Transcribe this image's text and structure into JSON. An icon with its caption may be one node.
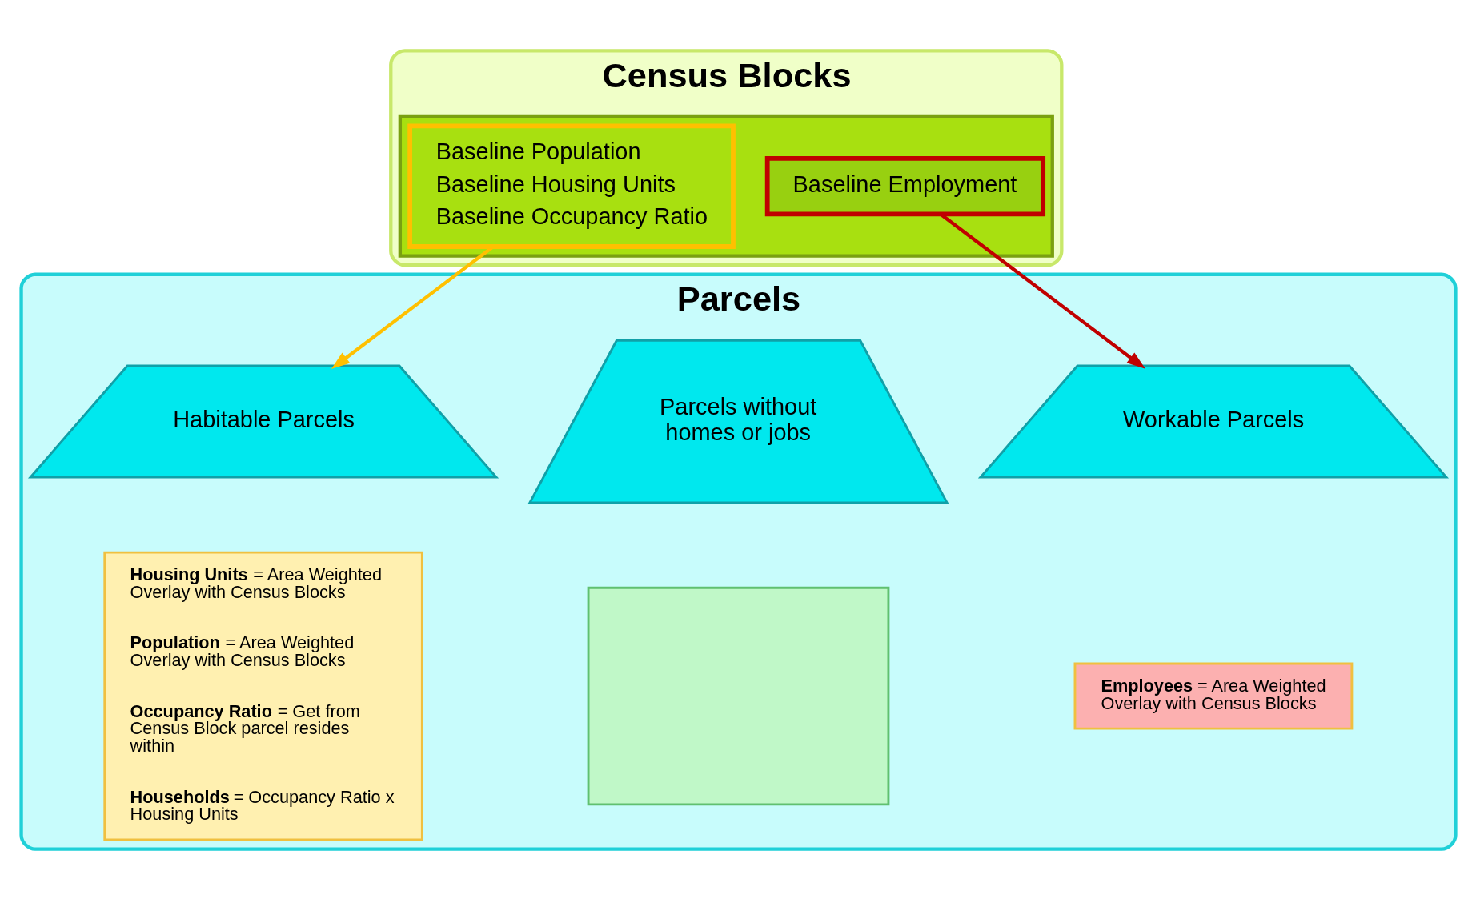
{
  "diagram": {
    "nodes": [
      {
        "text": [
          "Census Blocks"
        ]
      },
      {
        "text": [],
        "shape": "trapezoid",
        "in": 0
      },
      {
        "text": [
          "Baseline Population",
          "Baseline Housing Units",
          "Baseline Occupancy Ratio"
        ],
        "in": 1
      },
      {
        "text": [
          "Baseline Employment"
        ],
        "in": 1
      },
      {
        "text": [
          "Parcels"
        ]
      },
      {
        "text": [
          "Habitable Parcels"
        ],
        "in": 4
      },
      {
        "text": [
          "Parcels without homes or jobs"
        ],
        "in": 4
      },
      {
        "text": [
          "Workable Parcels"
        ],
        "in": 4
      },
      {
        "text": [
          "**Housing Units** = Area Weighted Overlay with Census Blocks",
          "**Population** = Area Weighted Overlay with Census Blocks",
          "**Occupancy Ratio** = Get from Census Block parcel resides within",
          "**Households** = Occupancy Ratio x Housing Units"
        ],
        "in": 4
      },
      {
        "text": [],
        "shape": "box",
        "in": 4
      },
      {
        "text": [
          "**Employees** = Area Weighted Overlay with Census Blocks"
        ],
        "in": 4
      }
    ],
    "edges": [
      {
        "from": 2,
        "to": 5,
        "arrow": "to",
        "color": "#ffc000"
      },
      {
        "from": 3,
        "to": 7,
        "arrow": "to",
        "color": "#c00000"
      }
    ]
  }
}
